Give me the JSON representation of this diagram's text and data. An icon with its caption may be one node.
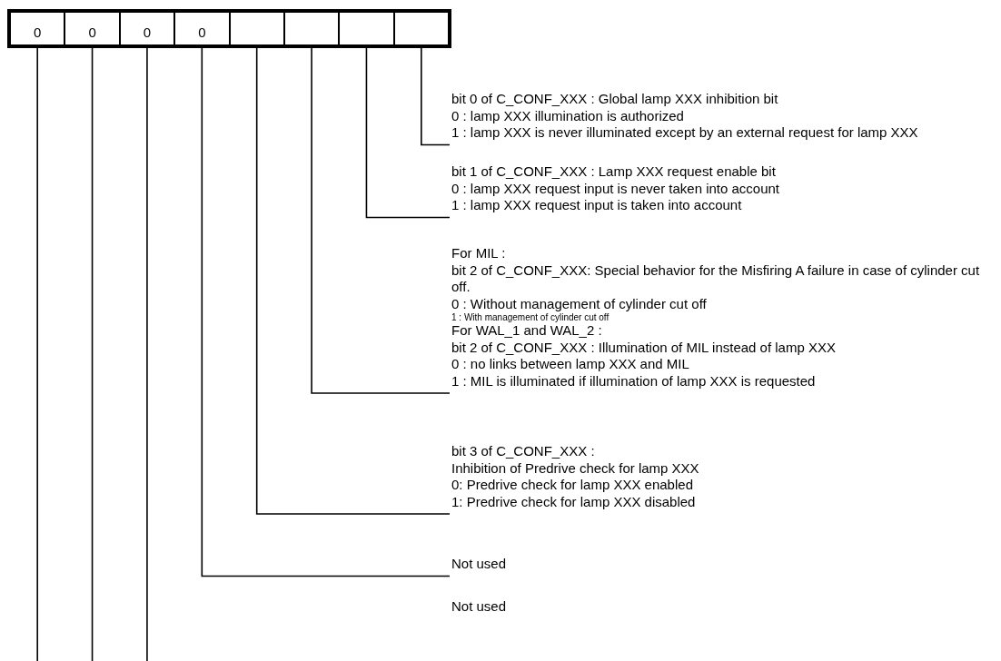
{
  "diagram": {
    "nodes": [
      {
        "text": [],
        "shape": "box"
      },
      {
        "text": [
          "0"
        ],
        "in": 0
      },
      {
        "text": [
          "0"
        ],
        "in": 0
      },
      {
        "text": [
          "0"
        ],
        "in": 0
      },
      {
        "text": [
          "0"
        ],
        "in": 0
      },
      {
        "text": [],
        "shape": "box",
        "in": 0
      },
      {
        "text": [],
        "shape": "box",
        "in": 0
      },
      {
        "text": [],
        "shape": "box",
        "in": 0
      },
      {
        "text": [],
        "shape": "box",
        "in": 0
      },
      {
        "text": [
          "bit 0 of C_CONF_XXX : Global lamp XXX inhibition bit",
          "0 : lamp XXX illumination is authorized",
          "1 : lamp XXX is never illuminated except by an external request for lamp XXX"
        ]
      },
      {
        "text": [
          "bit 1 of C_CONF_XXX : Lamp XXX request enable bit",
          "0 : lamp XXX request input is never taken into account",
          "1 : lamp XXX request input is taken into account"
        ]
      },
      {
        "text": [
          "For MIL :",
          "bit 2 of C_CONF_XXX: Special behavior for the Misfiring A failure in case of cylinder cut off.",
          "0 : Without management of cylinder cut off",
          "1 : With management of cylinder cut off",
          "For WAL_1 and WAL_2 :",
          "bit 2 of C_CONF_XXX : Illumination of MIL instead of lamp XXX",
          "0 : no links between lamp XXX and MIL",
          "1 : MIL is illuminated if illumination of lamp XXX is requested"
        ]
      },
      {
        "text": [
          "bit 3 of C_CONF_XXX :",
          "Inhibition of Predrive check for lamp XXX",
          "0: Predrive check for lamp XXX enabled",
          "1: Predrive check for lamp XXX disabled"
        ]
      },
      {
        "text": [
          "Not used"
        ]
      },
      {
        "text": [
          "Not used"
        ]
      }
    ],
    "edges": [
      {
        "from": 8,
        "to": 9,
        "arrow": "none"
      },
      {
        "from": 7,
        "to": 10,
        "arrow": "none"
      },
      {
        "from": 6,
        "to": 11,
        "arrow": "none"
      },
      {
        "from": 5,
        "to": 12,
        "arrow": "none"
      },
      {
        "from": 4,
        "to": 13,
        "arrow": "none"
      },
      {
        "from": 3,
        "to": null,
        "arrow": "none"
      },
      {
        "from": 2,
        "to": null,
        "arrow": "none"
      },
      {
        "from": 1,
        "to": null,
        "arrow": "none"
      }
    ]
  }
}
